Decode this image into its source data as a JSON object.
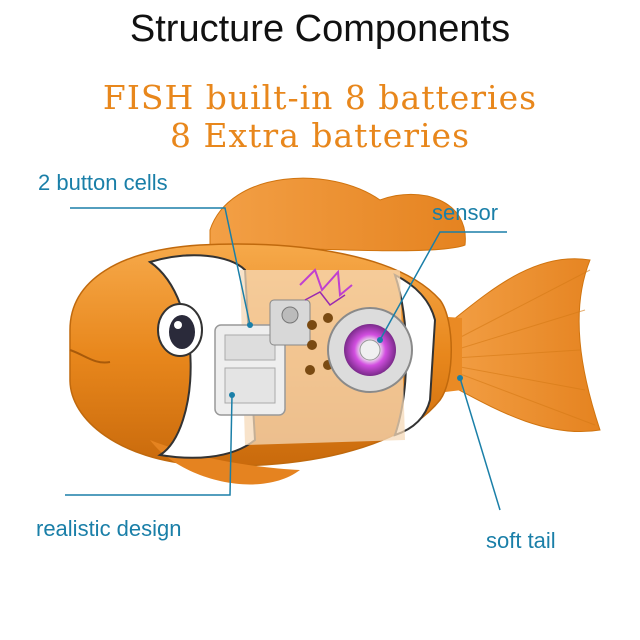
{
  "header": {
    "title": "Structure Components",
    "subtitle_line1": "FISH built-in 8 batteries",
    "subtitle_line2": "8 Extra batteries"
  },
  "labels": {
    "button_cells": "2 button cells",
    "sensor": "sensor",
    "realistic_design": "realistic design",
    "soft_tail": "soft tail"
  },
  "colors": {
    "body_orange": "#e8871c",
    "label_blue": "#1a7fa8",
    "sensor_ring": "#c040d0"
  }
}
